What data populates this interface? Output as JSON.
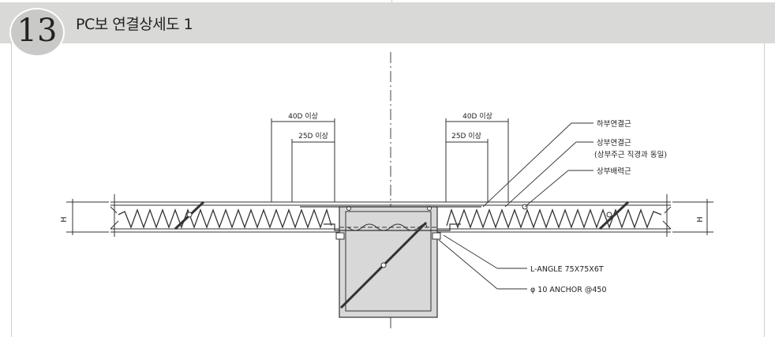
{
  "header": {
    "number": "13",
    "title": "PC보 연결상세도 1"
  },
  "dims": {
    "left_40d": "40D 이상",
    "left_25d": "25D 이상",
    "right_40d": "40D 이상",
    "right_25d": "25D 이상",
    "h_left": "H",
    "h_right": "H"
  },
  "callouts": {
    "lower_bar": "하부연결근",
    "upper_bar": "상부연결근",
    "upper_bar_note": "(상부주근 직경과 동일)",
    "top_distribution": "상부배력근",
    "angle": "L-ANGLE 75X75X6T",
    "anchor": "φ 10 ANCHOR @450"
  },
  "colors": {
    "header_bg": "#d9dad7",
    "circle_bg": "#c9cac7",
    "beam_fill": "#d8d8d8",
    "line": "#333333"
  }
}
